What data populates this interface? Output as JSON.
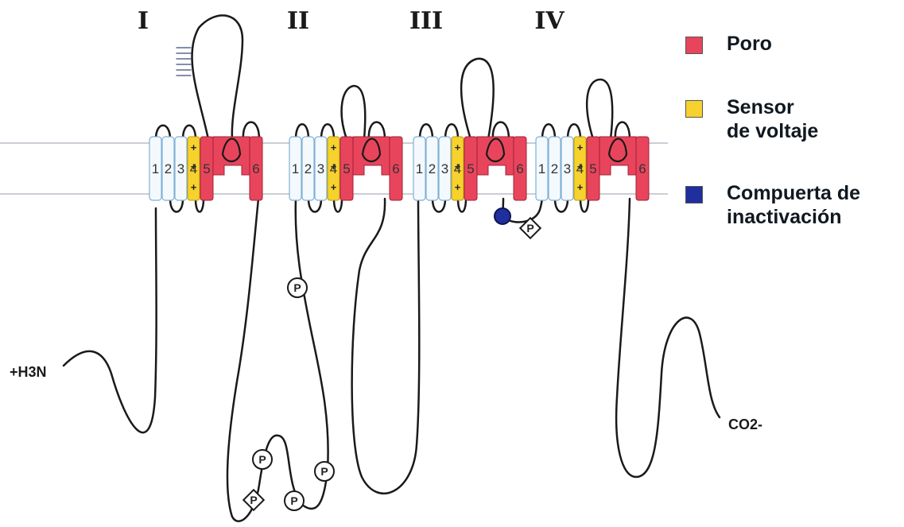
{
  "domain_labels": [
    "I",
    "II",
    "III",
    "IV"
  ],
  "segment_numbers": [
    "1",
    "2",
    "3",
    "4",
    "5",
    "6"
  ],
  "n_terminus": "+H3N",
  "c_terminus": "CO2-",
  "phospho_label": "P",
  "legend": [
    {
      "label": "Poro",
      "color": "#e8455c"
    },
    {
      "label": "Sensor\nde voltaje",
      "color": "#f7d22e"
    },
    {
      "label": "Compuerta de\ninactivación",
      "color": "#1f2f9e"
    }
  ],
  "colors": {
    "membrane": "#b8bec6",
    "helix_fill": "#f4f9fd",
    "helix_stroke": "#7fb0d8",
    "pore": "#e8455c",
    "sensor": "#f7d22e",
    "gate": "#1f2f9e",
    "chain": "#1a1a1a"
  }
}
